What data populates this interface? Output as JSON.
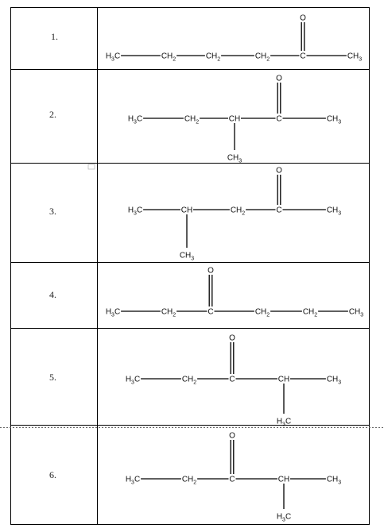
{
  "rows": [
    {
      "number": "1.",
      "groups": [
        "H3C",
        "CH2",
        "CH2",
        "CH2",
        "C",
        "CH3"
      ],
      "carbonyl_o": "O"
    },
    {
      "number": "2.",
      "groups": [
        "H3C",
        "CH2",
        "CH",
        "C",
        "CH3"
      ],
      "branch": "CH3",
      "carbonyl_o": "O"
    },
    {
      "number": "3.",
      "groups": [
        "H3C",
        "CH",
        "CH2",
        "C",
        "CH3"
      ],
      "branch": "CH3",
      "carbonyl_o": "O"
    },
    {
      "number": "4.",
      "groups": [
        "H3C",
        "CH2",
        "C",
        "CH2",
        "CH2",
        "CH3"
      ],
      "carbonyl_o": "O"
    },
    {
      "number": "5.",
      "groups": [
        "H3C",
        "CH2",
        "C",
        "CH",
        "CH3"
      ],
      "branch": "H3C",
      "carbonyl_o": "O"
    },
    {
      "number": "6.",
      "groups": [
        "H3C",
        "CH2",
        "C",
        "CH",
        "CH3"
      ],
      "branch": "H3C",
      "carbonyl_o": "O"
    }
  ]
}
